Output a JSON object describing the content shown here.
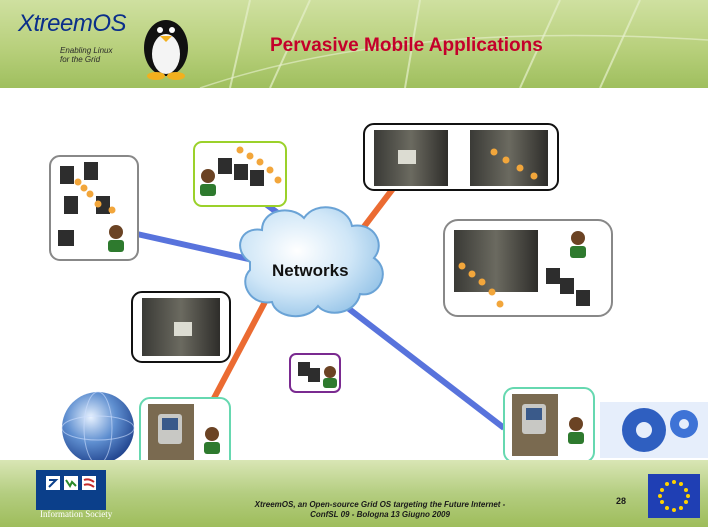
{
  "header": {
    "logo_text": "XtreemOS",
    "logo_tagline_1": "Enabling Linux",
    "logo_tagline_2": "for the Grid",
    "title": "Pervasive Mobile Applications"
  },
  "diagram": {
    "cloud_label": "Networks"
  },
  "footer": {
    "line1": "XtreemOS, an Open-source Grid OS targeting the Future Internet -",
    "line2": "ConfSL 09 - Bologna 13 Giugno 2009",
    "page_number": "28",
    "ist_label": "Information Society"
  },
  "colors": {
    "title": "#c4002b",
    "blue_link": "#3b5bd6",
    "orange_link": "#e8520f",
    "box_gray": "#888888",
    "box_green": "#9bd12a",
    "box_black": "#111111",
    "box_purple": "#7a2a90",
    "box_teal": "#66d8b0"
  }
}
